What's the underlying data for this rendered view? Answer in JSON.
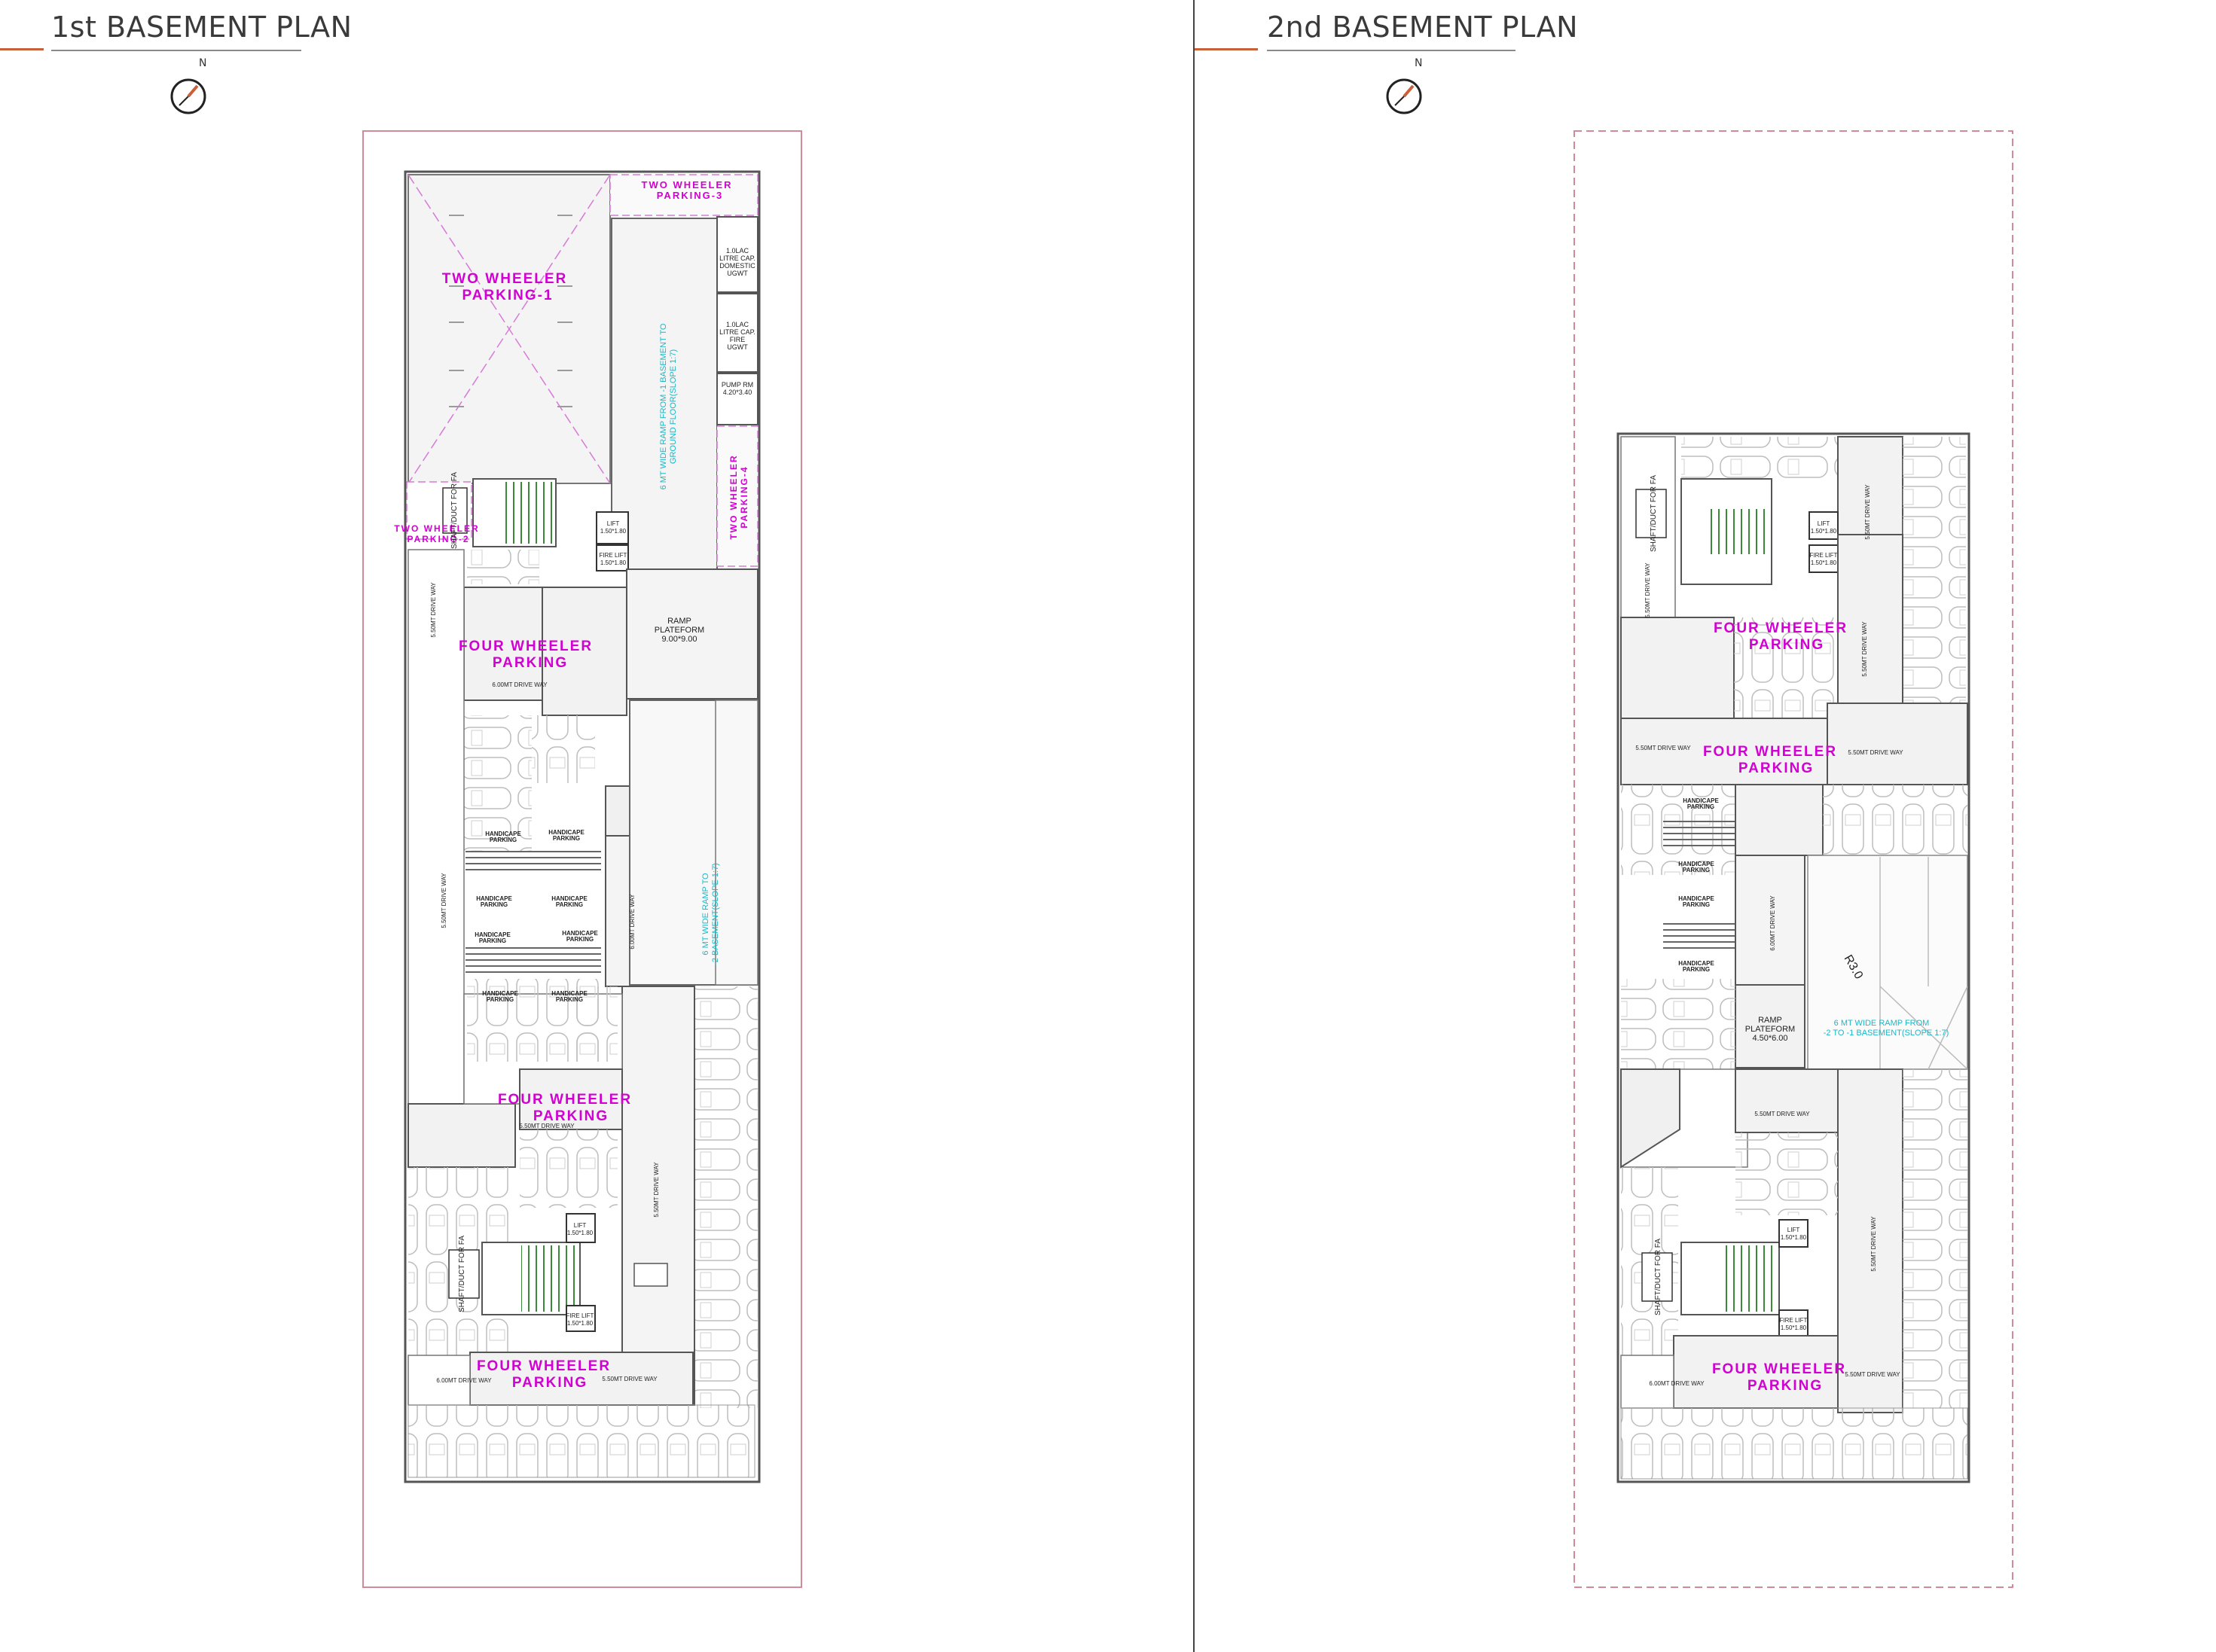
{
  "titles": {
    "plan1": "1st BASEMENT PLAN",
    "plan2": "2nd BASEMENT PLAN"
  },
  "north_label": "N",
  "colors": {
    "accent": "#c8603a",
    "parking_label": "#d300d3",
    "ramp_label": "#1ab8c8",
    "site_boundary": "#d08a9a",
    "wall": "#666666"
  },
  "plan1": {
    "two_wheeler_1": [
      "TWO WHEELER",
      "PARKING-1"
    ],
    "two_wheeler_2": [
      "TWO WHEELER",
      "PARKING-2"
    ],
    "two_wheeler_3": [
      "TWO WHEELER",
      "PARKING-3"
    ],
    "two_wheeler_4": [
      "TWO WHEELER",
      "PARKING-4"
    ],
    "ugwt_1": [
      "1.0LAC",
      "LITRE CAP.",
      "DOMESTIC",
      "UGWT"
    ],
    "ugwt_2": [
      "1.0LAC",
      "LITRE CAP.",
      "FIRE",
      "UGWT"
    ],
    "pump_room": [
      "PUMP RM",
      "4.20*3.40"
    ],
    "ramp_upper": [
      "6 MT WIDE RAMP FROM -1 BASEMENT TO",
      "GROUND FLOOR(SLOPE 1:7)"
    ],
    "ramp_lower": [
      "6 MT WIDE RAMP TO",
      "-2 BASEMENT(SLOPE 1:7)"
    ],
    "ramp_platform": [
      "RAMP",
      "PLATEFORM",
      "9.00*9.00"
    ],
    "four_wheeler_1": [
      "FOUR WHEELER",
      "PARKING"
    ],
    "four_wheeler_2": [
      "FOUR WHEELER",
      "PARKING"
    ],
    "four_wheeler_3": [
      "FOUR WHEELER",
      "PARKING"
    ],
    "lift": [
      "LIFT",
      "1.50*1.80"
    ],
    "fire_lift": [
      "FIRE LIFT",
      "1.50*1.80"
    ],
    "duct": "SHAFT/DUCT FOR FA",
    "drive_way": "6.00MT DRIVE WAY",
    "drive_way_alt": "5.50MT DRIVE WAY",
    "handicap": [
      "HANDICAPE",
      "PARKING"
    ]
  },
  "plan2": {
    "four_wheeler_1": [
      "FOUR WHEELER",
      "PARKING"
    ],
    "four_wheeler_2": [
      "FOUR WHEELER",
      "PARKING"
    ],
    "four_wheeler_3": [
      "FOUR WHEELER",
      "PARKING"
    ],
    "ramp_platform": [
      "RAMP",
      "PLATEFORM",
      "4.50*6.00"
    ],
    "ramp": [
      "6 MT WIDE RAMP FROM",
      "-2 TO -1 BASEMENT(SLOPE 1:7)"
    ],
    "radius": "R3.0",
    "lift": [
      "LIFT",
      "1.50*1.80"
    ],
    "fire_lift": [
      "FIRE LIFT",
      "1.50*1.80"
    ],
    "duct": "SHAFT/DUCT FOR FA",
    "drive_way": "6.00MT DRIVE WAY",
    "drive_way_alt": "5.50MT DRIVE WAY",
    "handicap": [
      "HANDICAPE",
      "PARKING"
    ]
  }
}
